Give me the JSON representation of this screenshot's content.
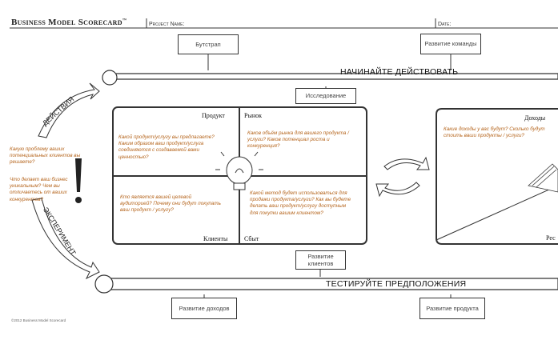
{
  "header": {
    "title": "Business Model Scorecard",
    "title_mark": "™",
    "project_label": "Project Name:",
    "date_label": "Date:"
  },
  "boxes": {
    "bootstrap": "Бутстрап",
    "team_dev": "Развитие команды",
    "research": "Исследование",
    "customer_dev": "Развитие клиентов",
    "income_dev": "Развитие доходов",
    "product_dev": "Развитие продукта"
  },
  "banners": {
    "top": "НАЧИНАЙТЕ ДЕЙСТВОВАТЬ",
    "bottom": "ТЕСТИРУЙТЕ ПРЕДПОЛОЖЕНИЯ"
  },
  "arcs": {
    "act": "ДЕЙСТВИЯ",
    "experiment": "ЭКСПЕРИМЕНТ"
  },
  "left_questions": {
    "q1": "Какую проблему ваших потенциальных клиентов вы решаете?",
    "q2": "Что делает ваш бизнес уникальным? Чем вы отличаетесь от ваших конкурентов?"
  },
  "quadrants": {
    "product_label": "Продукт",
    "market_label": "Рынок",
    "customers_label": "Клиенты",
    "sales_label": "Сбыт",
    "product_q": "Какой продукт/услугу вы предлагаете? Каким образом ваш продукт/услуга соединяются с создаваемой вами ценностью?",
    "market_q": "Каков объём рынка для вашего продукта / услуги? Каков потенциал роста и конкуренция?",
    "customers_q": "Кто является вашей целевой аудиторией? Почему они будут покупать ваш продукт / услугу?",
    "sales_q": "Какой метод будет использоваться для продажи продукта/услуги? Как вы будете делать ваш продукт/услугу доступным для покупки вашим клиентом?"
  },
  "right_panel": {
    "income_label": "Доходы",
    "income_q": "Какие доходы у вас будут? Сколько будут стоить ваши продукты / услуги?",
    "partial_label": "Рес"
  },
  "footer": "©2012 Business Model Scorecard",
  "colors": {
    "question": "#b5651d",
    "line": "#333333"
  }
}
